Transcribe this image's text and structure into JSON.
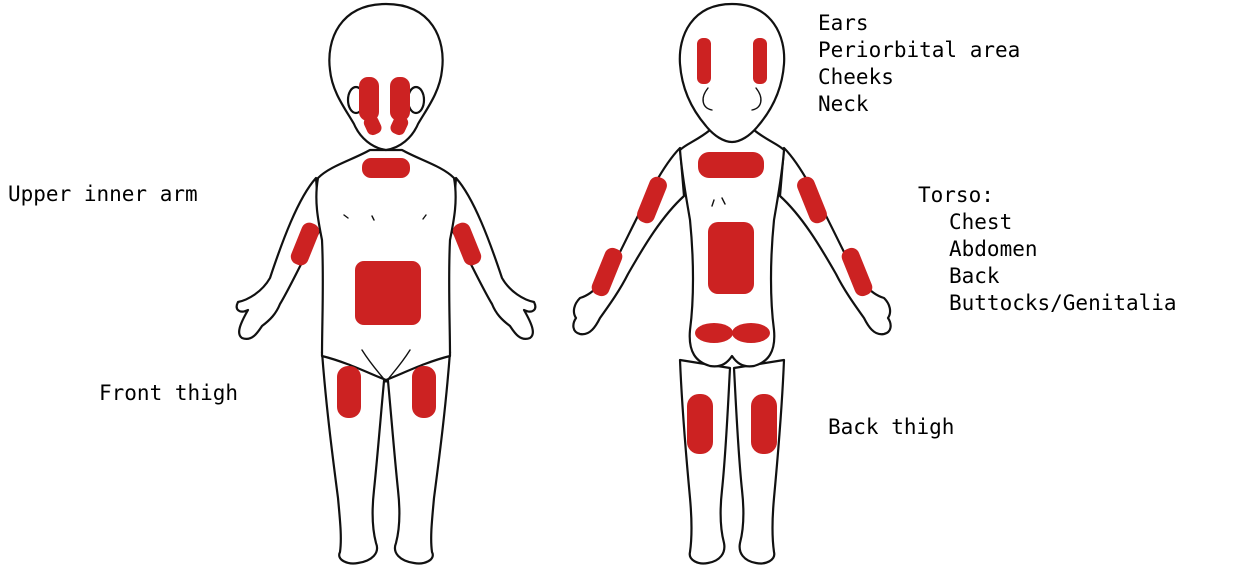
{
  "highlight_color": "#cc2222",
  "outline_color": "#111111",
  "labels": {
    "ears": "Ears",
    "periorbital": "Periorbital area",
    "cheeks": "Cheeks",
    "neck": "Neck",
    "upper_inner_arm": "Upper inner arm",
    "torso_title": "Torso:",
    "chest": "Chest",
    "abdomen": "Abdomen",
    "back": "Back",
    "buttocks_genitalia": "Buttocks/Genitalia",
    "front_thigh": "Front thigh",
    "back_thigh": "Back thigh"
  }
}
